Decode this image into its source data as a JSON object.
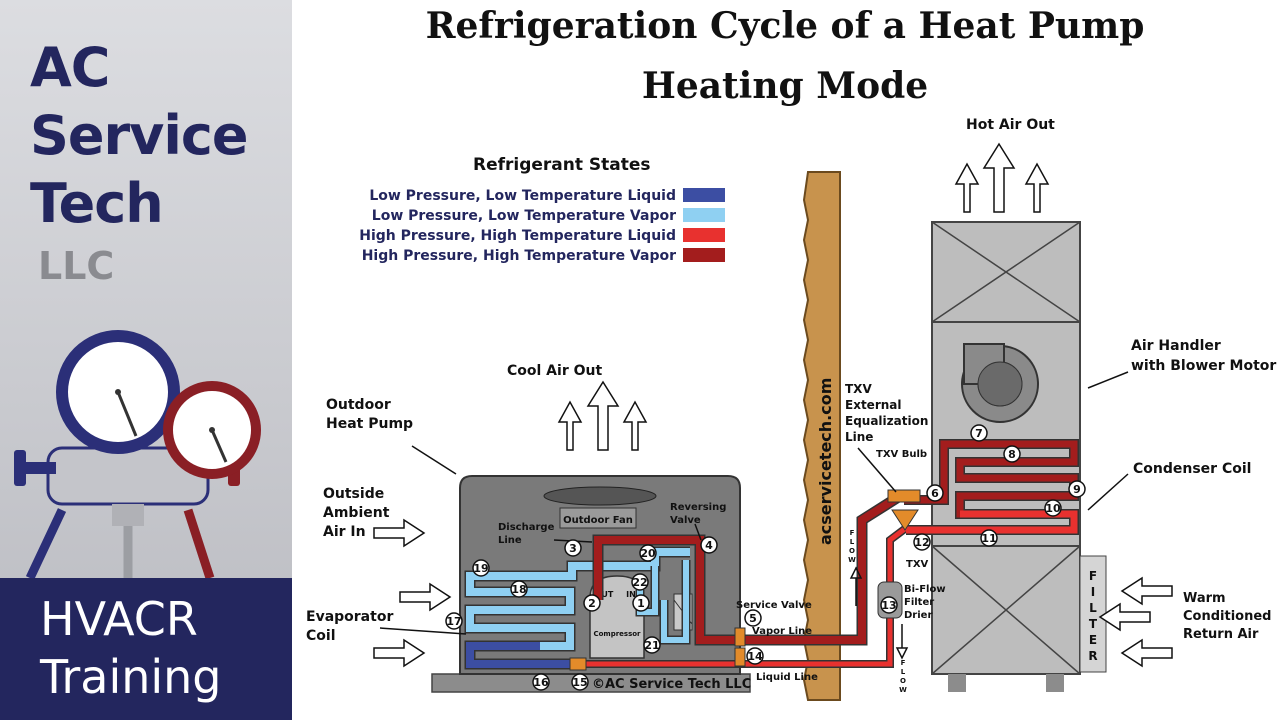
{
  "brand": {
    "line1": "AC",
    "line2": "Service",
    "line3": "Tech",
    "llc": "LLC",
    "training_line1": "HVACR",
    "training_line2": "Training",
    "color_navy": "#23265e"
  },
  "title": {
    "line1": "Refrigeration Cycle of a Heat Pump",
    "line2": "Heating Mode"
  },
  "legend": {
    "heading": "Refrigerant States",
    "items": [
      {
        "label": "Low Pressure, Low Temperature Liquid",
        "color": "#3c4ea3"
      },
      {
        "label": "Low Pressure, Low Temperature Vapor",
        "color": "#8fd0f2"
      },
      {
        "label": "High Pressure, High Temperature Liquid",
        "color": "#e8312f"
      },
      {
        "label": "High Pressure, High Temperature Vapor",
        "color": "#a31d1d"
      }
    ]
  },
  "labels": {
    "cool_air_out": "Cool Air Out",
    "hot_air_out": "Hot Air Out",
    "outdoor_heat_pump": [
      "Outdoor",
      "Heat Pump"
    ],
    "outside_ambient": [
      "Outside",
      "Ambient",
      "Air In"
    ],
    "evaporator_coil": [
      "Evaporator",
      "Coil"
    ],
    "outdoor_fan": "Outdoor Fan",
    "discharge_line": [
      "Discharge",
      "Line"
    ],
    "reversing_valve": [
      "Reversing",
      "Valve"
    ],
    "compressor": "Compressor",
    "out": "OUT",
    "in": "IN",
    "service_valve": "Service Valve",
    "vapor_line": "Vapor Line",
    "liquid_line": "Liquid Line",
    "copyright": "©AC Service Tech LLC",
    "website": "acservicetech.com",
    "txv_equalization": [
      "TXV",
      "External",
      "Equalization",
      "Line"
    ],
    "txv_bulb": "TXV Bulb",
    "txv": "TXV",
    "filter_drier": [
      "Bi-Flow",
      "Filter",
      "Drier"
    ],
    "air_handler": [
      "Air Handler",
      "with Blower Motor"
    ],
    "condenser_coil": "Condenser Coil",
    "warm_return": [
      "Warm",
      "Conditioned",
      "Return Air"
    ],
    "filter_letters": [
      "F",
      "I",
      "L",
      "T",
      "E",
      "R"
    ],
    "flow_letters": [
      "F",
      "L",
      "O",
      "W"
    ]
  },
  "points": [
    "1",
    "2",
    "3",
    "4",
    "5",
    "6",
    "7",
    "8",
    "9",
    "10",
    "11",
    "12",
    "13",
    "14",
    "15",
    "16",
    "17",
    "18",
    "19",
    "20",
    "21",
    "22"
  ]
}
